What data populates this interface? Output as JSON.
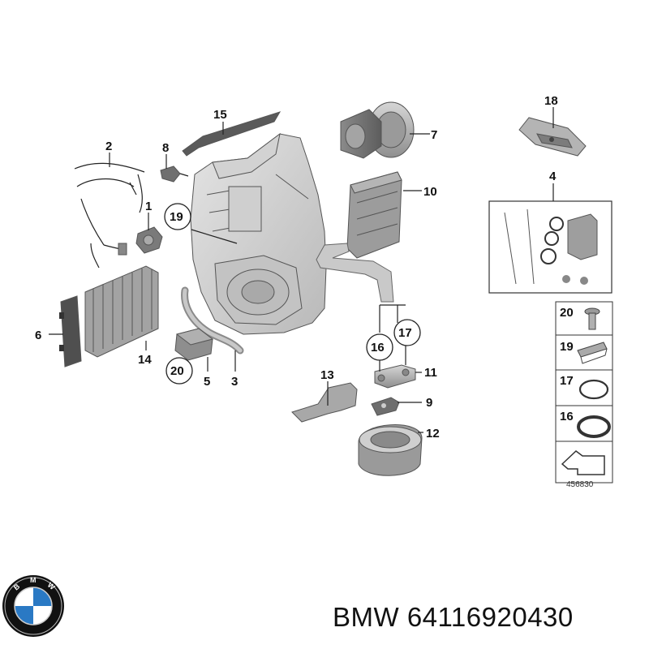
{
  "callouts": {
    "c1": "1",
    "c2": "2",
    "c3": "3",
    "c4": "4",
    "c5": "5",
    "c6": "6",
    "c7": "7",
    "c8": "8",
    "c9": "9",
    "c10": "10",
    "c11": "11",
    "c12": "12",
    "c13": "13",
    "c14": "14",
    "c15": "15",
    "c16": "16",
    "c17": "17",
    "c18": "18",
    "c19": "19",
    "c20": "20"
  },
  "legend": {
    "items": [
      {
        "label": "20",
        "icon": "screw-icon"
      },
      {
        "label": "19",
        "icon": "clip-icon"
      },
      {
        "label": "17",
        "icon": "o-ring-icon"
      },
      {
        "label": "16",
        "icon": "gasket-ring-icon"
      }
    ],
    "arrow_icon": "reference-arrow-icon"
  },
  "figure_code": "456830",
  "caption": "BMW 64116920430",
  "logo": {
    "lettering": "BMW",
    "colors": {
      "blue": "#2a79c4",
      "white": "#ffffff",
      "black": "#111111"
    }
  }
}
